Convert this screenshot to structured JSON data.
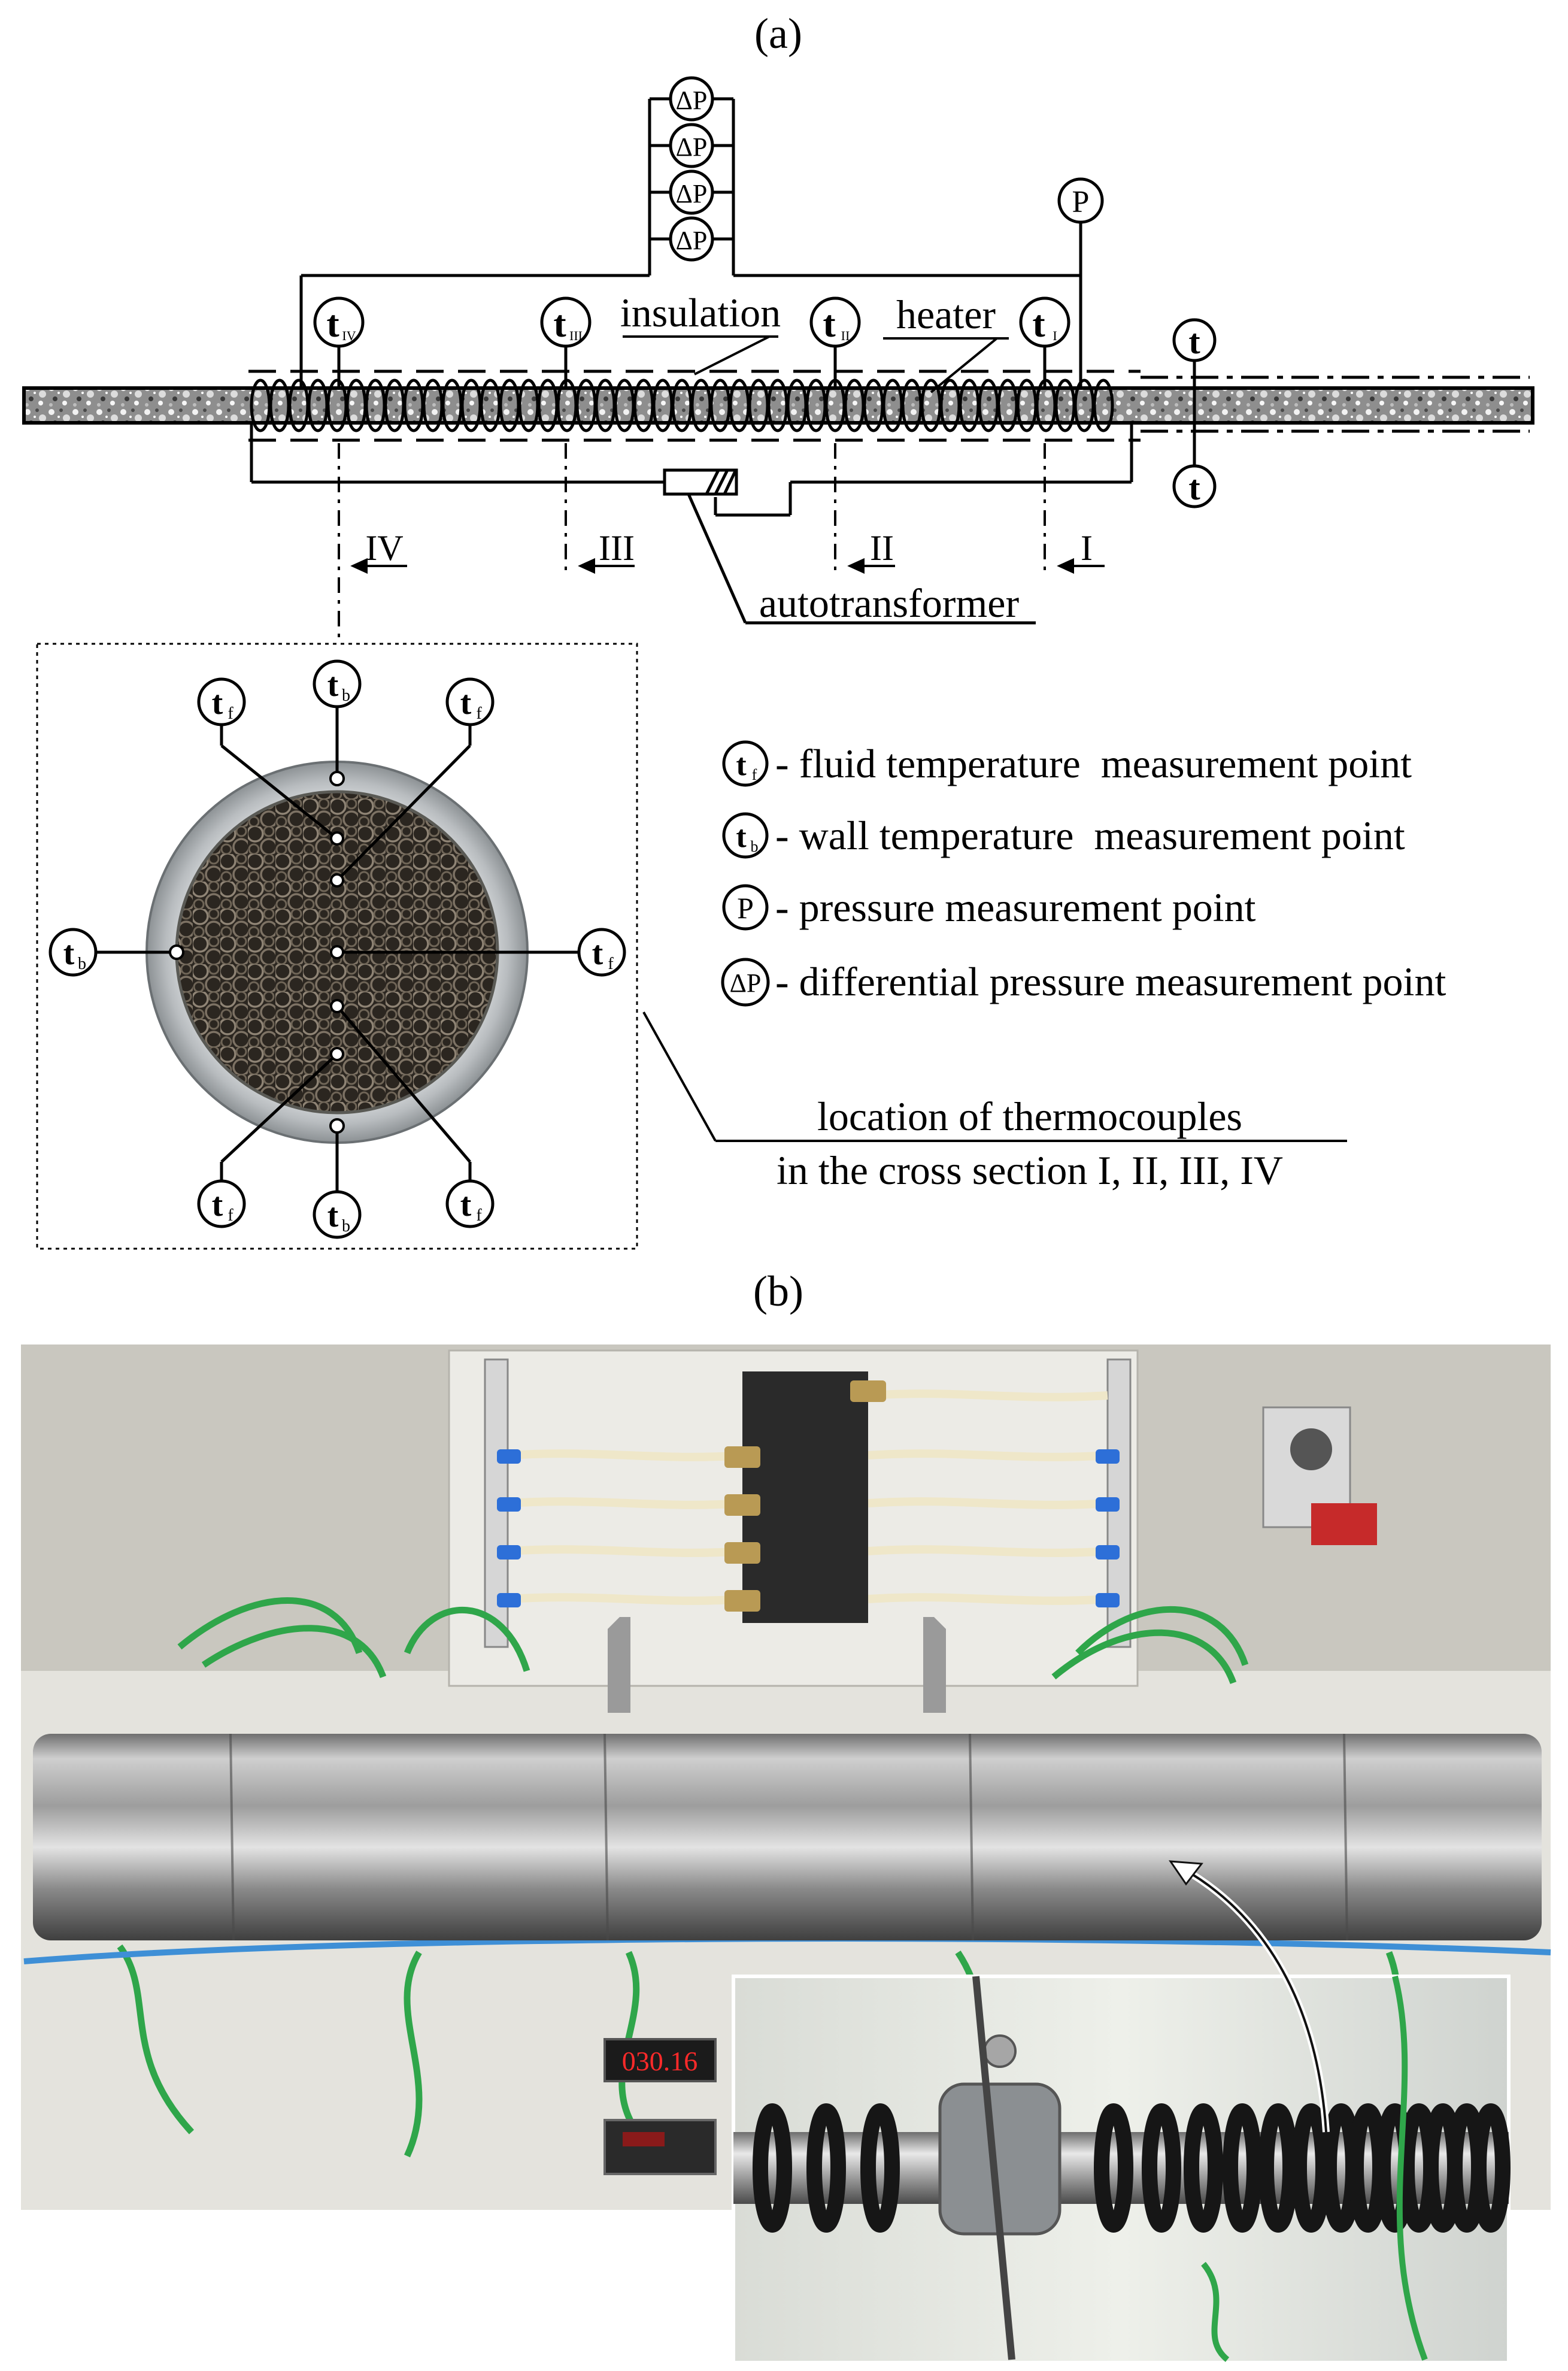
{
  "figure": {
    "panel_a_label": "(a)",
    "panel_b_label": "(b)"
  },
  "panel_a": {
    "labels": {
      "insulation": "insulation",
      "heater": "heater",
      "autotransformer": "autotransformer"
    },
    "thermocouple_stations": [
      {
        "main": "t",
        "sub": "IV"
      },
      {
        "main": "t",
        "sub": "III"
      },
      {
        "main": "t",
        "sub": "II"
      },
      {
        "main": "t",
        "sub": "I"
      }
    ],
    "outlet_sensors": {
      "top": "t",
      "bottom": "t"
    },
    "pressure_point": "P",
    "differential_points": [
      "ΔP",
      "ΔP",
      "ΔP",
      "ΔP"
    ],
    "sections": [
      "IV",
      "III",
      "II",
      "I"
    ],
    "cross_section_markers": {
      "fluid": {
        "main": "t",
        "sub": "f"
      },
      "wall": {
        "main": "t",
        "sub": "b"
      }
    },
    "legend": [
      {
        "symbol_main": "t",
        "symbol_sub": "f",
        "text": "- fluid temperature  measurement point"
      },
      {
        "symbol_main": "t",
        "symbol_sub": "b",
        "text": "- wall temperature  measurement point"
      },
      {
        "symbol_main": "P",
        "symbol_sub": "",
        "text": "- pressure measurement point"
      },
      {
        "symbol_main": "ΔP",
        "symbol_sub": "",
        "text": "- differential pressure measurement point"
      }
    ],
    "location_caption_line1": "location of thermocouples",
    "location_caption_line2": "in the cross section I, II, III, IV"
  },
  "panel_b": {
    "display_readout": "030.16"
  },
  "colors": {
    "ink": "#000000",
    "foil": "#a9a9a9",
    "cable_green": "#2fa64a",
    "wall": "#d8d6cf",
    "display_red": "#ff2a2a"
  }
}
